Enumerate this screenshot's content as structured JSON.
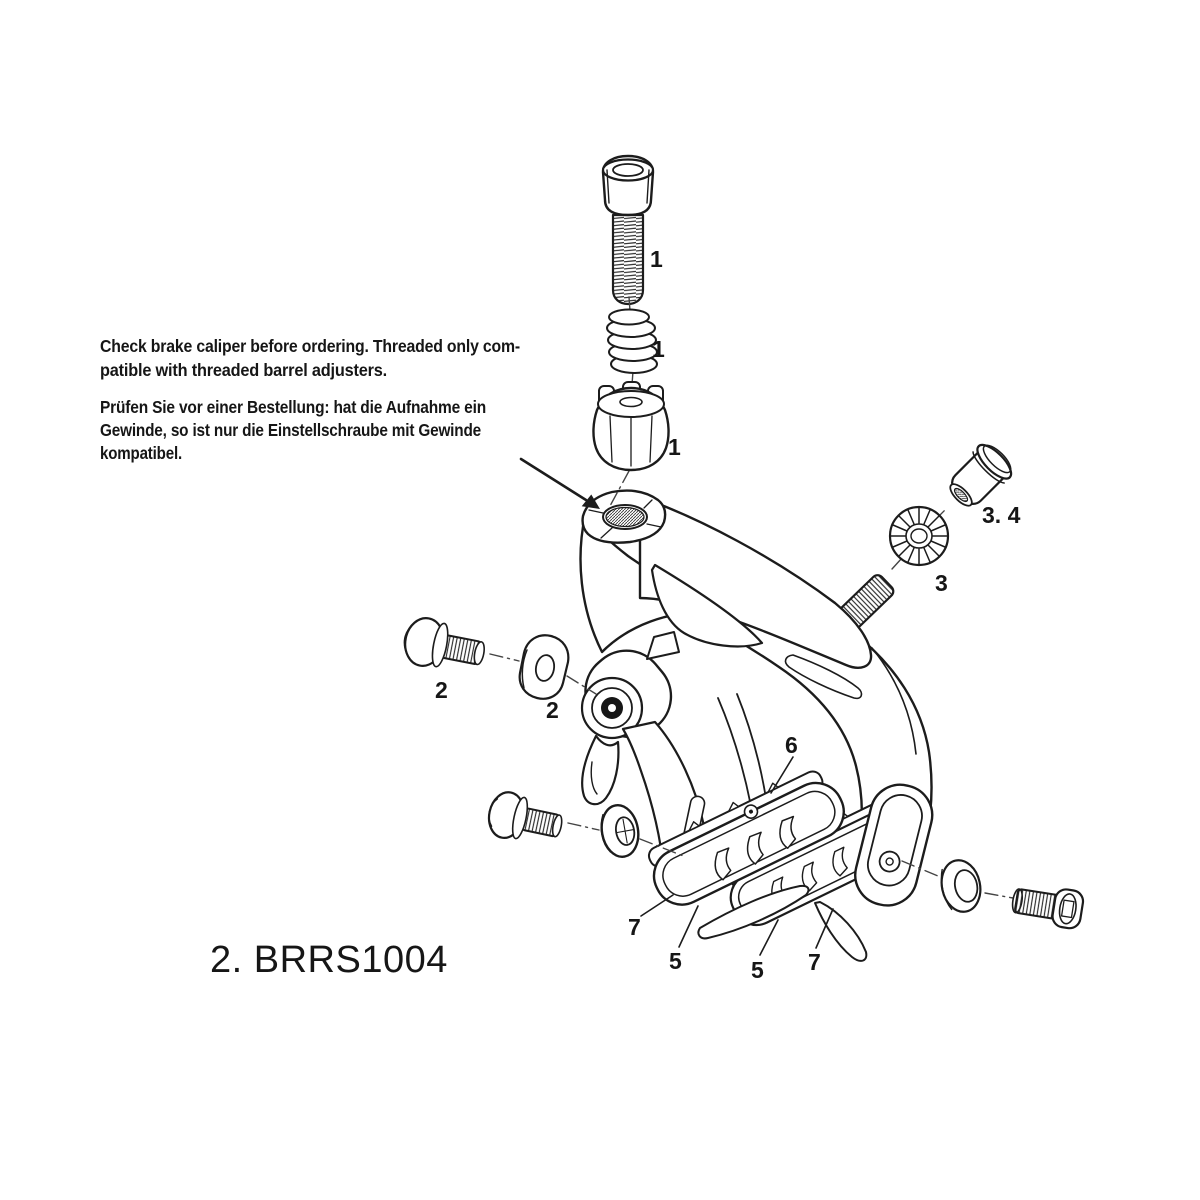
{
  "page": {
    "background": "#ffffff",
    "line_color": "#1c1c1c"
  },
  "notes": {
    "en": [
      "Check brake caliper before ordering. Threaded only com-",
      "patible with threaded barrel adjusters."
    ],
    "de": [
      "Prüfen Sie vor einer Bestellung: hat die Aufnahme ein",
      "Gewinde, so ist nur die Einstellschraube mit Gewinde",
      "kompatibel."
    ]
  },
  "product_code": "2. BRRS1004",
  "labels": {
    "adjuster_bolt": "1",
    "adjuster_spring": "1",
    "compression_nut": "1",
    "mounting_nut": "3. 4",
    "star_washer": "3",
    "mounting_bolt": "2",
    "nut_plate": "2",
    "pad_assembly": "6",
    "pad_holder_left": "7",
    "pad_insert_left": "5",
    "pad_insert_right": "5",
    "pad_holder_right": "7"
  }
}
